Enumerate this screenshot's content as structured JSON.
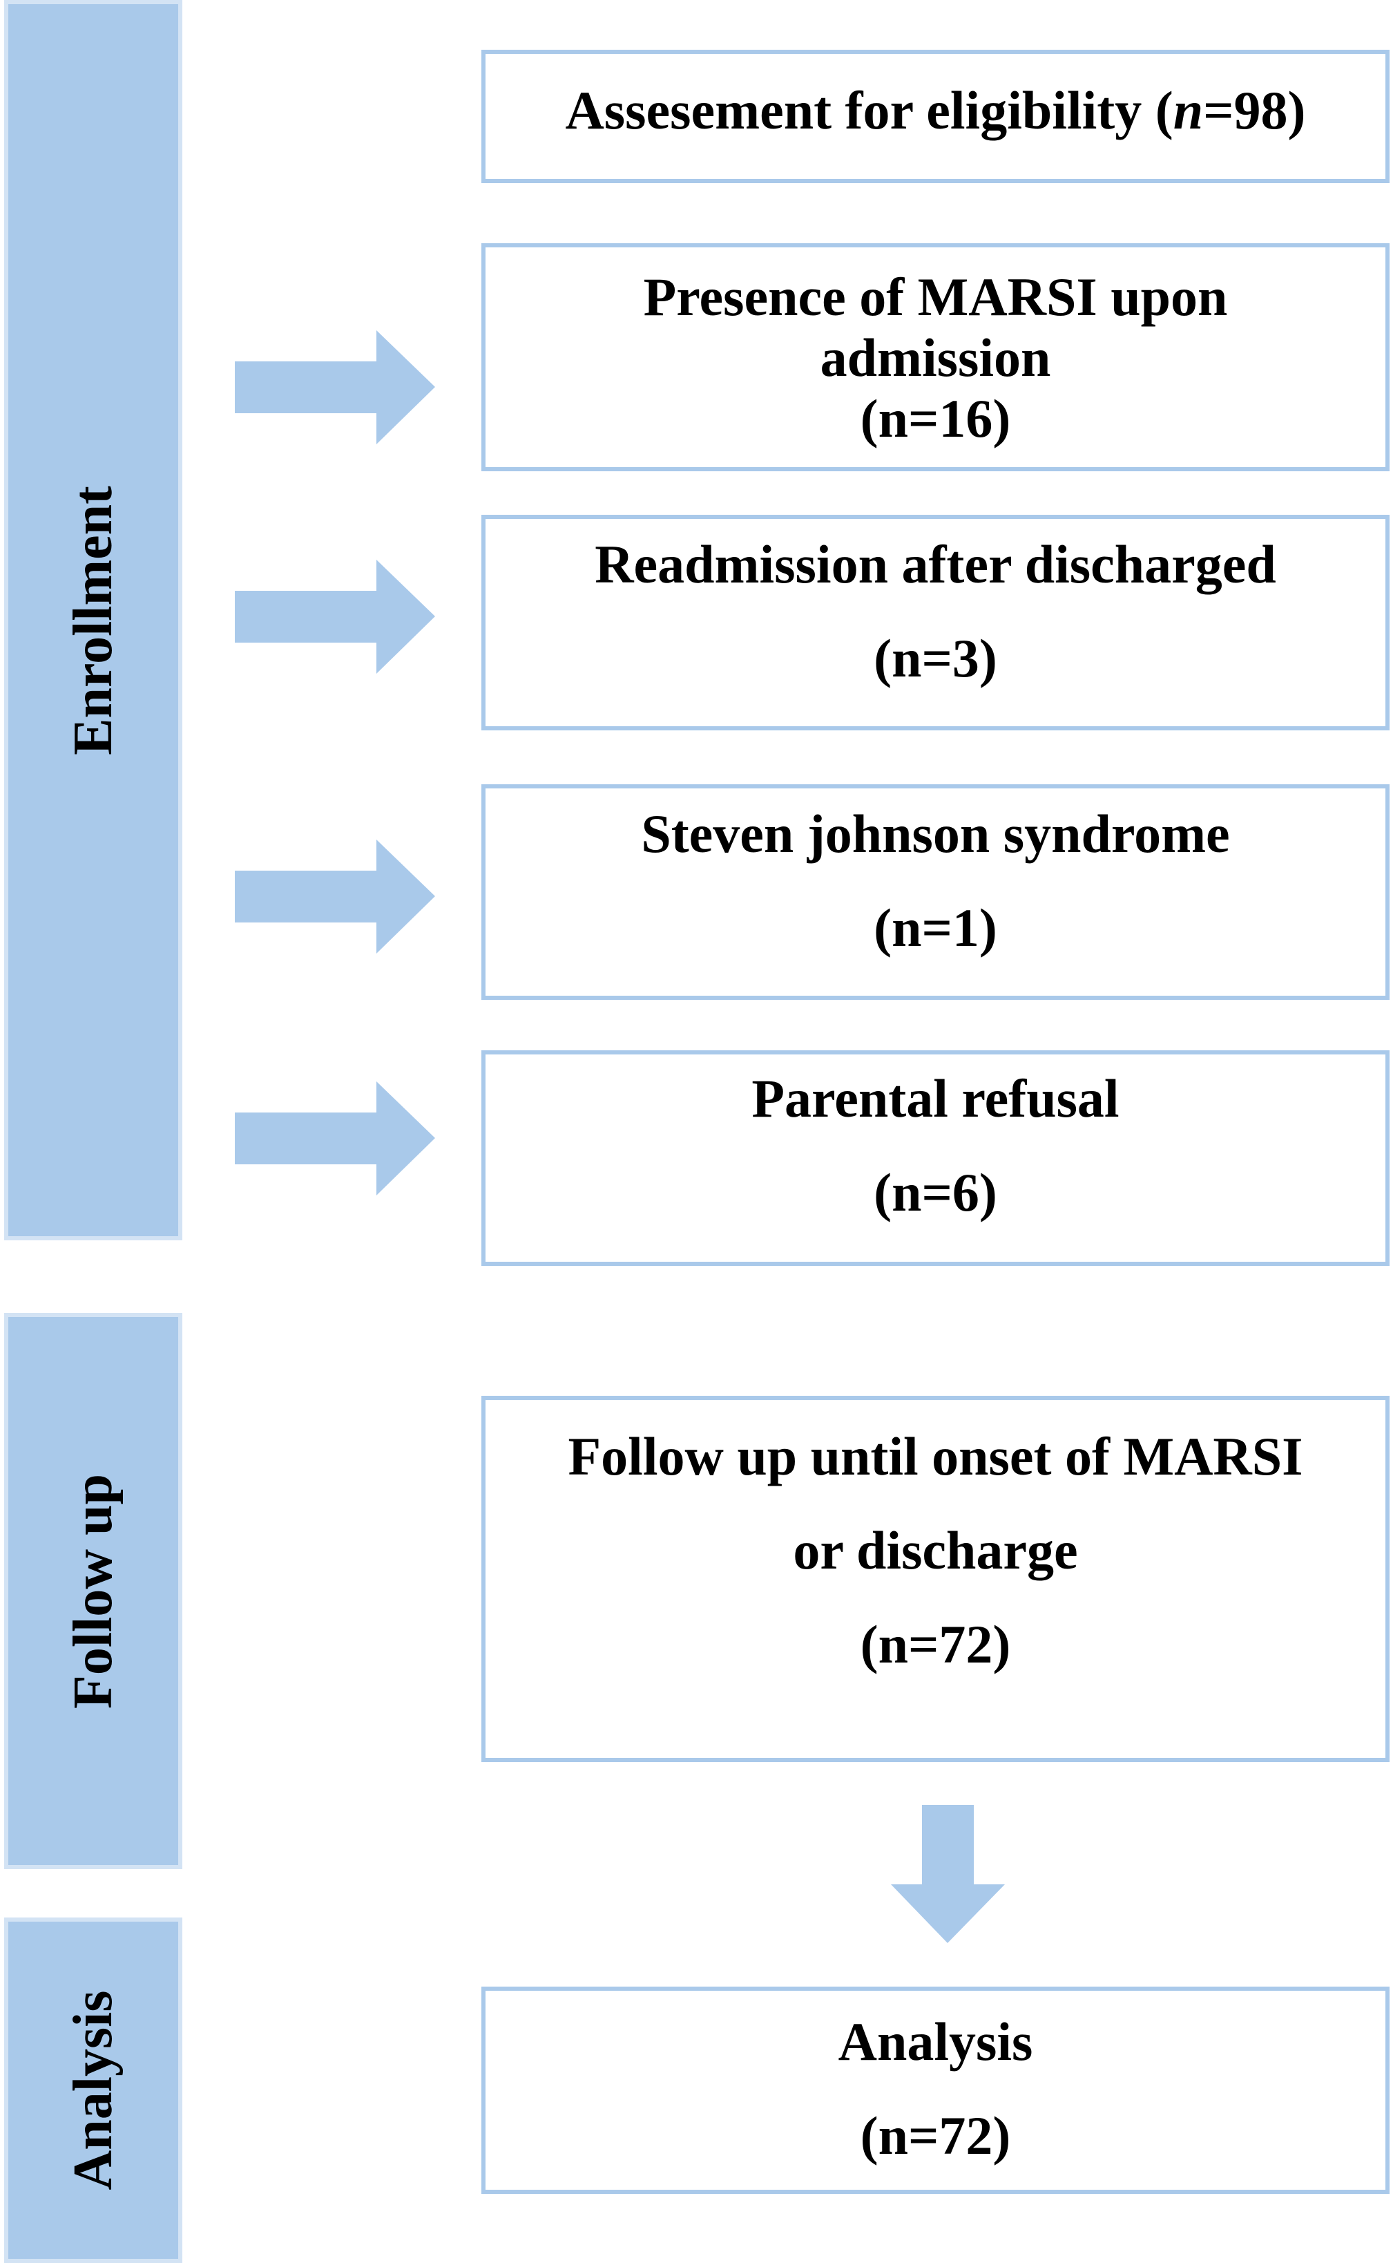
{
  "phases": {
    "enrollment": "Enrollment",
    "follow_up": "Follow up",
    "analysis": "Analysis"
  },
  "boxes": {
    "eligibility": {
      "prefix": "Assesement for eligibility (",
      "n_symbol": "n",
      "suffix": "=98)"
    },
    "marsi_admission": {
      "line1": "Presence of MARSI upon",
      "line2": "admission",
      "count": "(n=16)"
    },
    "readmission": {
      "line1": "Readmission after discharged",
      "count": "(n=3)"
    },
    "steven_johnson": {
      "line1": "Steven johnson syndrome",
      "count": "(n=1)"
    },
    "parental_refusal": {
      "line1": "Parental refusal",
      "count": "(n=6)"
    },
    "follow_up": {
      "line1": "Follow up until onset of MARSI",
      "line2": "or discharge",
      "count": "(n=72)"
    },
    "analysis": {
      "line1": "Analysis",
      "count": "(n=72)"
    }
  },
  "colors": {
    "phase_fill": "#a9c9ea",
    "phase_border": "#d3e3f4",
    "box_border": "#a9c9ea",
    "arrow_fill": "#a9c9ea"
  }
}
